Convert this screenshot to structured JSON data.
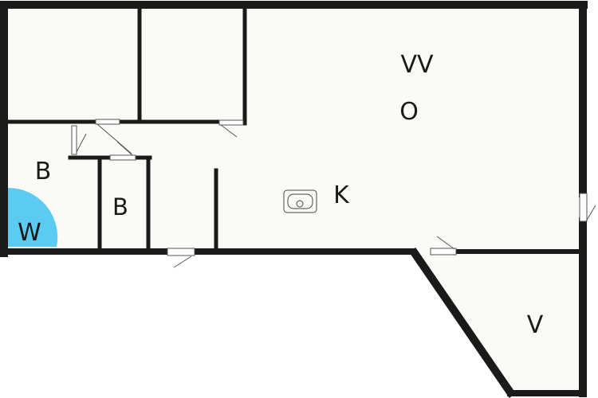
{
  "floor_plan": {
    "colors": {
      "wall": "#1a1a1a",
      "floor": "#fafaf7",
      "background": "#ffffff",
      "whirlpool": "#5ccbf1",
      "door_line": "#555555"
    },
    "room_labels": {
      "living_room_line1": "VV",
      "living_room_line2": "O",
      "kitchen": "K",
      "bathroom": "B",
      "bathroom_small": "B",
      "whirlpool": "W",
      "terrace": "V"
    },
    "fixtures": [
      "stove-icon"
    ]
  }
}
